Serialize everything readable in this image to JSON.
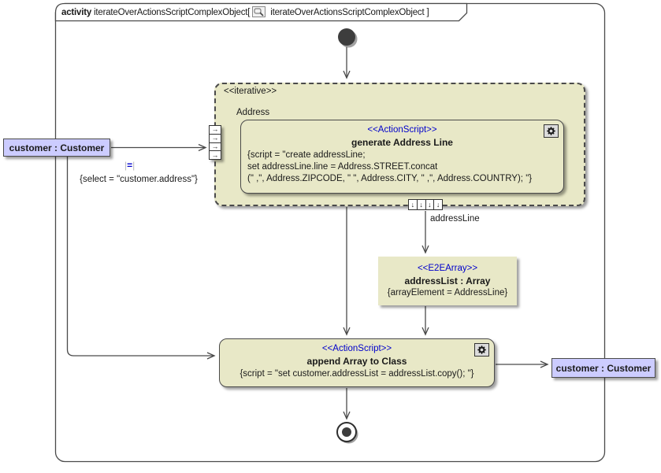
{
  "frame": {
    "title_keyword": "activity",
    "title_name": "iterateOverActionsScriptComplexObject[",
    "title_ref": "iterateOverActionsScriptComplexObject",
    "title_close": "]"
  },
  "region": {
    "stereotype": "<<iterative>>",
    "label": "Address"
  },
  "generate_action": {
    "stereotype": "<<ActionScript>>",
    "name": "generate Address Line",
    "script_lines": [
      "{script = \"create addressLine;",
      "set addressLine.line = Address.STREET.concat",
      "(\" ,\", Address.ZIPCODE, \" \", Address.CITY, \" ,\", Address.COUNTRY); \"}"
    ]
  },
  "append_action": {
    "stereotype": "<<ActionScript>>",
    "name": "append Array to Class",
    "script": "{script = \"set customer.addressList = addressList.copy(); \"}"
  },
  "array_node": {
    "stereotype": "<<E2EArray>>",
    "name": "addressList : Array",
    "constraint": "{arrayElement = AddressLine}"
  },
  "customer_in": {
    "label": "customer : Customer"
  },
  "customer_out": {
    "label": "customer : Customer"
  },
  "edges": {
    "select_constraint": "{select = \"customer.address\"}",
    "select_icon": "=",
    "output_pin_label": "addressLine"
  },
  "icons": {
    "right_arrow": "→",
    "down_arrow": "↓"
  },
  "colors": {
    "node_fill": "#E8E8C7",
    "object_fill": "#CCCCFF",
    "stereotype_text": "#0000CC",
    "line_color": "#4A4A4A"
  }
}
